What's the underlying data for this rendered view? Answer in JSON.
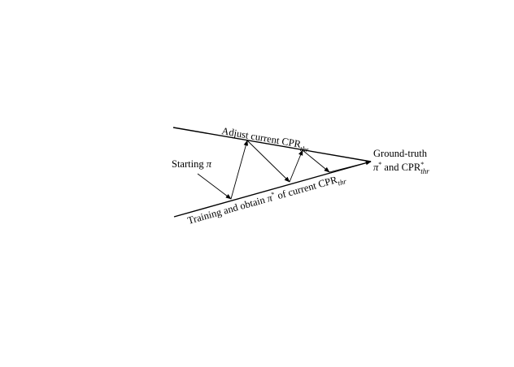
{
  "diagram": {
    "upper_label": {
      "text": "Adjust current CPR",
      "subscript": "thr"
    },
    "starting_label": {
      "text": "Starting ",
      "symbol": "π"
    },
    "lower_label": {
      "prefix": "Training and obtain ",
      "symbol": "π",
      "sup": "*",
      "middle": " of current CPR",
      "subscript": "thr"
    },
    "goal_label": {
      "line1": "Ground-truth",
      "symbol": "π",
      "sup1": "*",
      "middle": " and  CPR",
      "sup2": "*",
      "subscript": "thr"
    }
  }
}
